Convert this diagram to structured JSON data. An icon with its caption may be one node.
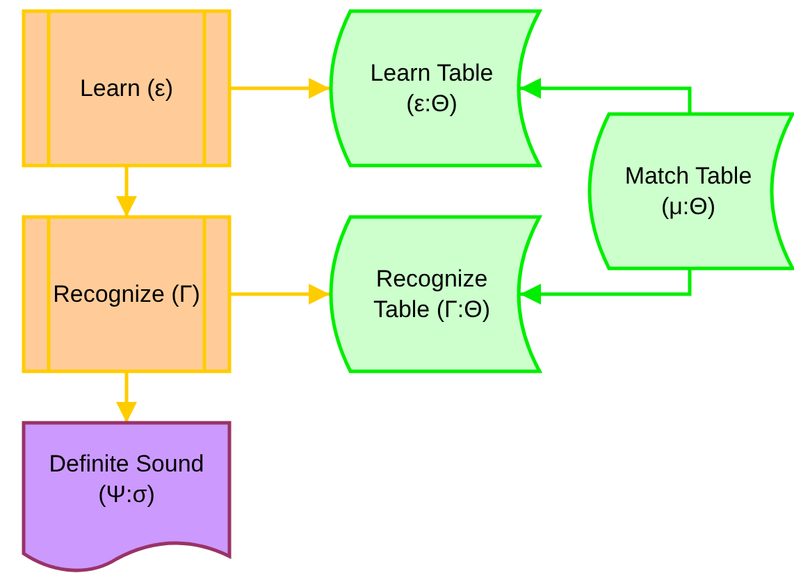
{
  "diagram": {
    "nodes": [
      {
        "text": [
          "Learn (ε)"
        ]
      },
      {
        "text": [
          "Learn Table (ε:Θ)"
        ]
      },
      {
        "text": [
          "Match Table (μ:Θ)"
        ]
      },
      {
        "text": [
          "Recognize (Γ)"
        ]
      },
      {
        "text": [
          "Recognize Table (Γ:Θ)"
        ]
      },
      {
        "text": [
          "Definite Sound (Ψ:σ)"
        ]
      }
    ],
    "edges": [
      {
        "from": 0,
        "to": 1,
        "arrow": "to"
      },
      {
        "from": 0,
        "to": 3,
        "arrow": "to"
      },
      {
        "from": 2,
        "to": 1,
        "arrow": "to",
        "color": "#00ee00"
      },
      {
        "from": 3,
        "to": 4,
        "arrow": "to"
      },
      {
        "from": 2,
        "to": 4,
        "arrow": "to",
        "color": "#00ee00"
      },
      {
        "from": 3,
        "to": 5,
        "arrow": "to"
      }
    ]
  }
}
